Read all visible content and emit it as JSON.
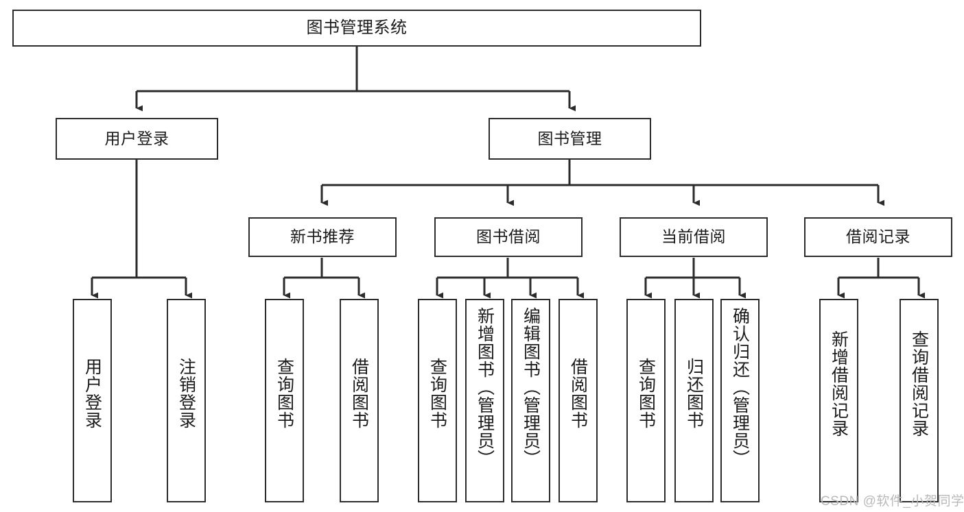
{
  "diagram": {
    "title": "图书管理系统",
    "type": "tree-hierarchy",
    "orientation": "top-down",
    "line_color": "#2b2b2b",
    "box_fill": "#ffffff",
    "text_color": "#1a1a1a"
  },
  "nodes": {
    "root": {
      "label": "图书管理系统",
      "level": 0
    },
    "level1": [
      {
        "id": "user-login",
        "label": "用户登录"
      },
      {
        "id": "book-management",
        "label": "图书管理"
      }
    ],
    "level2": [
      {
        "id": "new-book-recommend",
        "label": "新书推荐",
        "parent": "book-management"
      },
      {
        "id": "book-borrow",
        "label": "图书借阅",
        "parent": "book-management"
      },
      {
        "id": "current-borrow",
        "label": "当前借阅",
        "parent": "book-management"
      },
      {
        "id": "borrow-record",
        "label": "借阅记录",
        "parent": "book-management"
      }
    ],
    "leaves": [
      {
        "id": "leaf-user-login",
        "label": "用户登录",
        "parent": "user-login"
      },
      {
        "id": "leaf-logout",
        "label": "注销登录",
        "parent": "user-login"
      },
      {
        "id": "leaf-query-book-1",
        "label": "查询图书",
        "parent": "new-book-recommend"
      },
      {
        "id": "leaf-borrow-book-1",
        "label": "借阅图书",
        "parent": "new-book-recommend"
      },
      {
        "id": "leaf-query-book-2",
        "label": "查询图书",
        "parent": "book-borrow"
      },
      {
        "id": "leaf-add-book",
        "label": "新增图书（管理员）",
        "parent": "book-borrow"
      },
      {
        "id": "leaf-edit-book",
        "label": "编辑图书（管理员）",
        "parent": "book-borrow"
      },
      {
        "id": "leaf-borrow-book-2",
        "label": "借阅图书",
        "parent": "book-borrow"
      },
      {
        "id": "leaf-query-book-3",
        "label": "查询图书",
        "parent": "current-borrow"
      },
      {
        "id": "leaf-return-book",
        "label": "归还图书",
        "parent": "current-borrow"
      },
      {
        "id": "leaf-confirm-return",
        "label": "确认归还（管理员）",
        "parent": "current-borrow"
      },
      {
        "id": "leaf-add-record",
        "label": "新增借阅记录",
        "parent": "borrow-record"
      },
      {
        "id": "leaf-query-record",
        "label": "查询借阅记录",
        "parent": "borrow-record"
      }
    ]
  },
  "watermark": {
    "text": "CSDN @软件_小贺同学"
  }
}
